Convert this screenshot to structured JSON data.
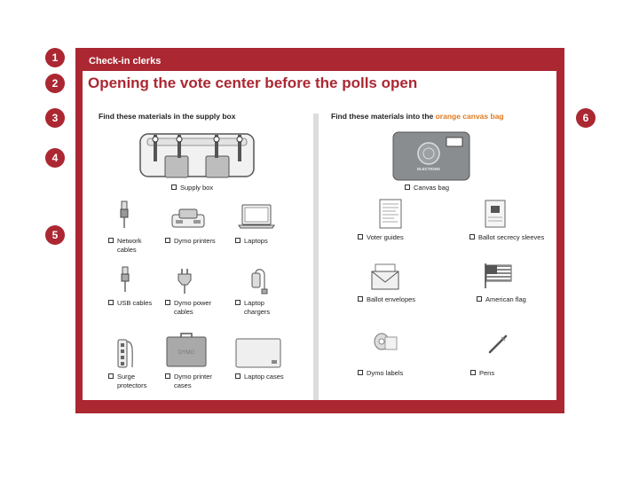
{
  "markers": [
    "1",
    "2",
    "3",
    "4",
    "5",
    "6"
  ],
  "header": {
    "label": "Check-in clerks",
    "title": "Opening the vote center before the polls open"
  },
  "left_section": {
    "heading": "Find these materials in the supply box",
    "supply_box": "Supply box",
    "items": [
      "Network cables",
      "Dymo printers",
      "Laptops",
      "USB cables",
      "Dymo power cables",
      "Laptop chargers",
      "Surge protectors",
      "Dymo printer cases",
      "Laptop cases"
    ],
    "printer_case_brand": "DYMO"
  },
  "right_section": {
    "heading_prefix": "Find these materials into the ",
    "heading_accent": "orange canvas bag",
    "canvas_bag": "Canvas bag",
    "bag_logo_text": "ELECTIONS",
    "items": [
      "Voter guides",
      "Ballot secrecy sleeves",
      "Ballot envelopes",
      "American flag",
      "Dymo labels",
      "Pens"
    ]
  },
  "colors": {
    "brand": "#ab2732",
    "accent": "#e07a1f",
    "divider": "#dcdcdc"
  }
}
